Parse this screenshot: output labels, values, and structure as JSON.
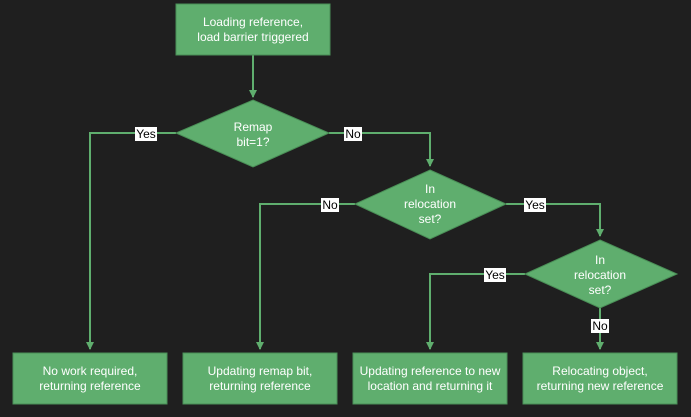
{
  "colors": {
    "background": "#1f1f1f",
    "node_fill": "#5fae6e",
    "node_stroke": "#4a8f57",
    "edge": "#5fae6e",
    "edge_label_bg": "#ffffff",
    "edge_label_text": "#000000",
    "node_text": "#ffffff"
  },
  "nodes": {
    "start": {
      "line1": "Loading reference,",
      "line2": "load barrier triggered"
    },
    "remap_decision": {
      "line1": "Remap",
      "line2": "bit=1?"
    },
    "relocation_decision_1": {
      "line1": "In",
      "line2": "relocation",
      "line3": "set?"
    },
    "relocation_decision_2": {
      "line1": "In",
      "line2": "relocation",
      "line3": "set?"
    },
    "result_no_work": {
      "line1": "No work required,",
      "line2": "returning reference"
    },
    "result_update_remap": {
      "line1": "Updating remap bit,",
      "line2": "returning reference"
    },
    "result_update_ref": {
      "line1": "Updating reference to new",
      "line2": "location and returning it"
    },
    "result_relocating": {
      "line1": "Relocating object,",
      "line2": "returning new reference"
    }
  },
  "edges": {
    "remap_yes": "Yes",
    "remap_no": "No",
    "reloc1_no": "No",
    "reloc1_yes": "Yes",
    "reloc2_yes": "Yes",
    "reloc2_no": "No"
  }
}
